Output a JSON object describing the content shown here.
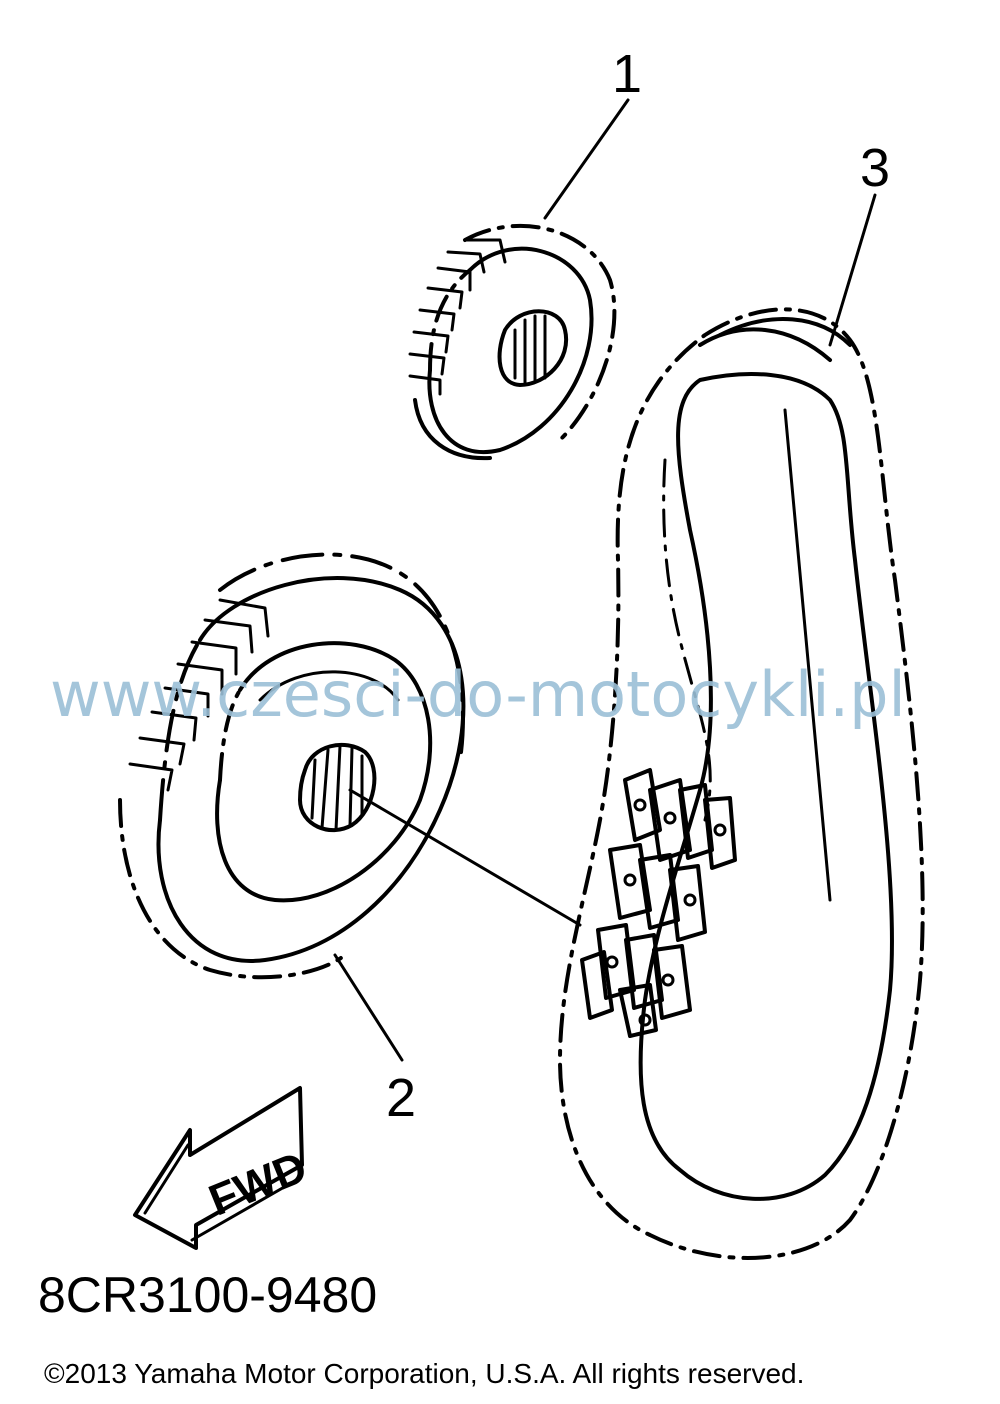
{
  "callouts": {
    "part1": "1",
    "part2": "2",
    "part3": "3"
  },
  "arrow_label": "FWD",
  "watermark": "www.czesci-do-motocykli.pl",
  "diagram_code": "8CR3100-9480",
  "copyright": "©2013 Yamaha Motor Corporation, U.S.A. All rights reserved.",
  "colors": {
    "ink": "#000000",
    "watermark": "#9bbfd6",
    "background": "#ffffff"
  }
}
